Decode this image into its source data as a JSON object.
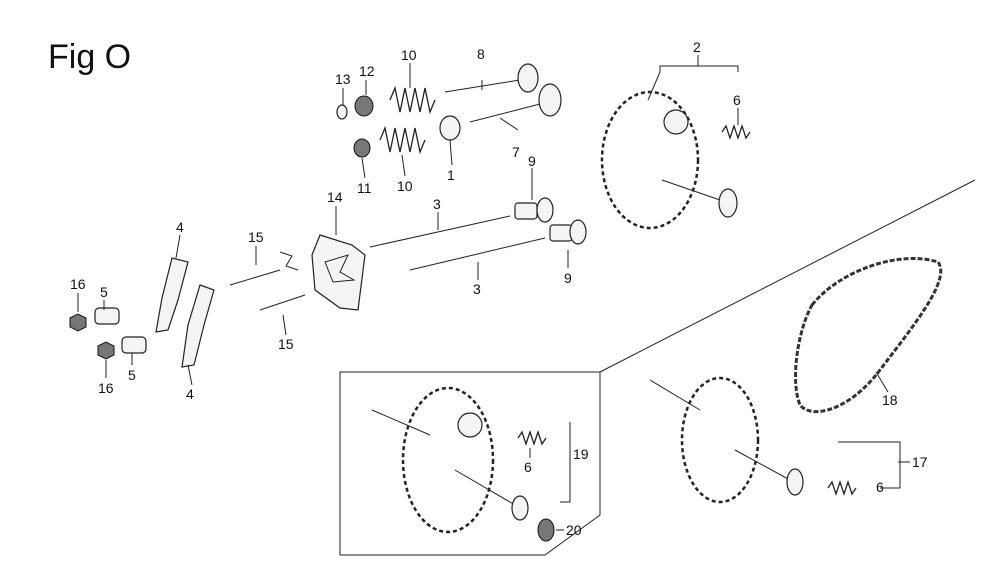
{
  "title": "Fig O",
  "labels": [
    "1",
    "2",
    "3",
    "3",
    "4",
    "4",
    "5",
    "5",
    "6",
    "6",
    "6",
    "7",
    "8",
    "9",
    "9",
    "10",
    "10",
    "11",
    "12",
    "13",
    "14",
    "15",
    "15",
    "16",
    "16",
    "17",
    "18",
    "19",
    "20"
  ]
}
